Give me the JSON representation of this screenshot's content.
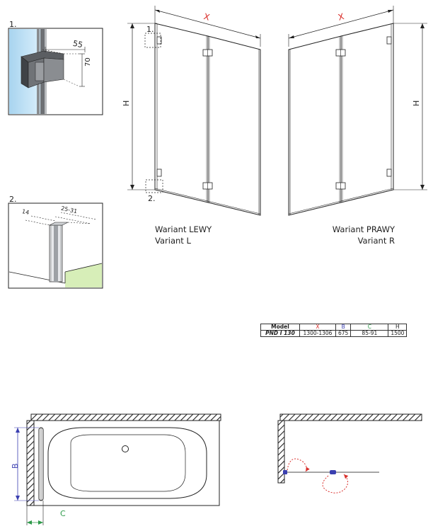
{
  "callouts": {
    "detail1": "1.",
    "detail2": "2.",
    "ref1": "1.",
    "ref2": "2."
  },
  "detail1_dims": {
    "a": "55",
    "b": "70"
  },
  "detail2_dims": {
    "a": "14",
    "b": "25-31"
  },
  "dims": {
    "x_left": "X",
    "x_right": "X",
    "h_left": "H",
    "h_right": "H",
    "b": "B",
    "c": "C"
  },
  "variants": {
    "left_line1": "Wariant LEWY",
    "left_line2": "Variant L",
    "right_line1": "Wariant PRAWY",
    "right_line2": "Variant R"
  },
  "spec_table": {
    "headers": [
      "Model",
      "X",
      "B",
      "C",
      "H"
    ],
    "header_colors": [
      "#222222",
      "#d9302c",
      "#3a3fb0",
      "#2e9a4a",
      "#222222"
    ],
    "rows": [
      [
        "PND I 130",
        "1300-1306",
        "675",
        "85-91",
        "1500"
      ]
    ]
  },
  "colors": {
    "x": "#d9302c",
    "b": "#3a3fb0",
    "c": "#2e9a4a",
    "glass": "#bfe0f3",
    "floor": "#d7eeb8"
  }
}
